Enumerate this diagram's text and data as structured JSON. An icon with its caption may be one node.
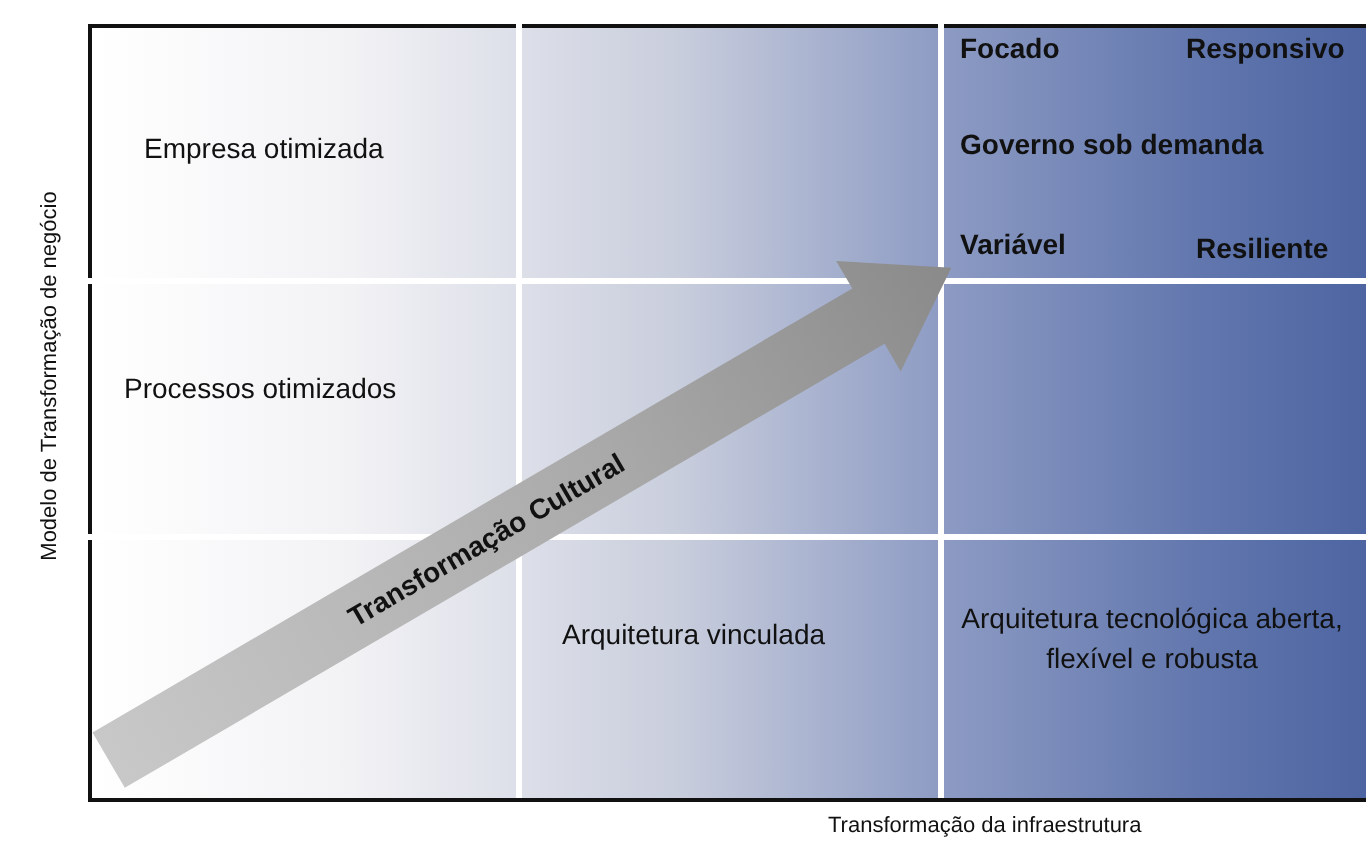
{
  "diagram": {
    "nodes": [
      {
        "text": [
          "Transformação Cultural"
        ]
      }
    ],
    "labels": [
      "Modelo de Transformação de negócio",
      "Empresa otimizada",
      "Focado",
      "Responsivo",
      "Governo sob demanda",
      "Variável",
      "Resiliente",
      "Processos otimizados",
      "Arquitetura vinculada",
      "Arquitetura tecnológica aberta, flexível e robusta",
      "Transformação da infraestrutura"
    ]
  }
}
